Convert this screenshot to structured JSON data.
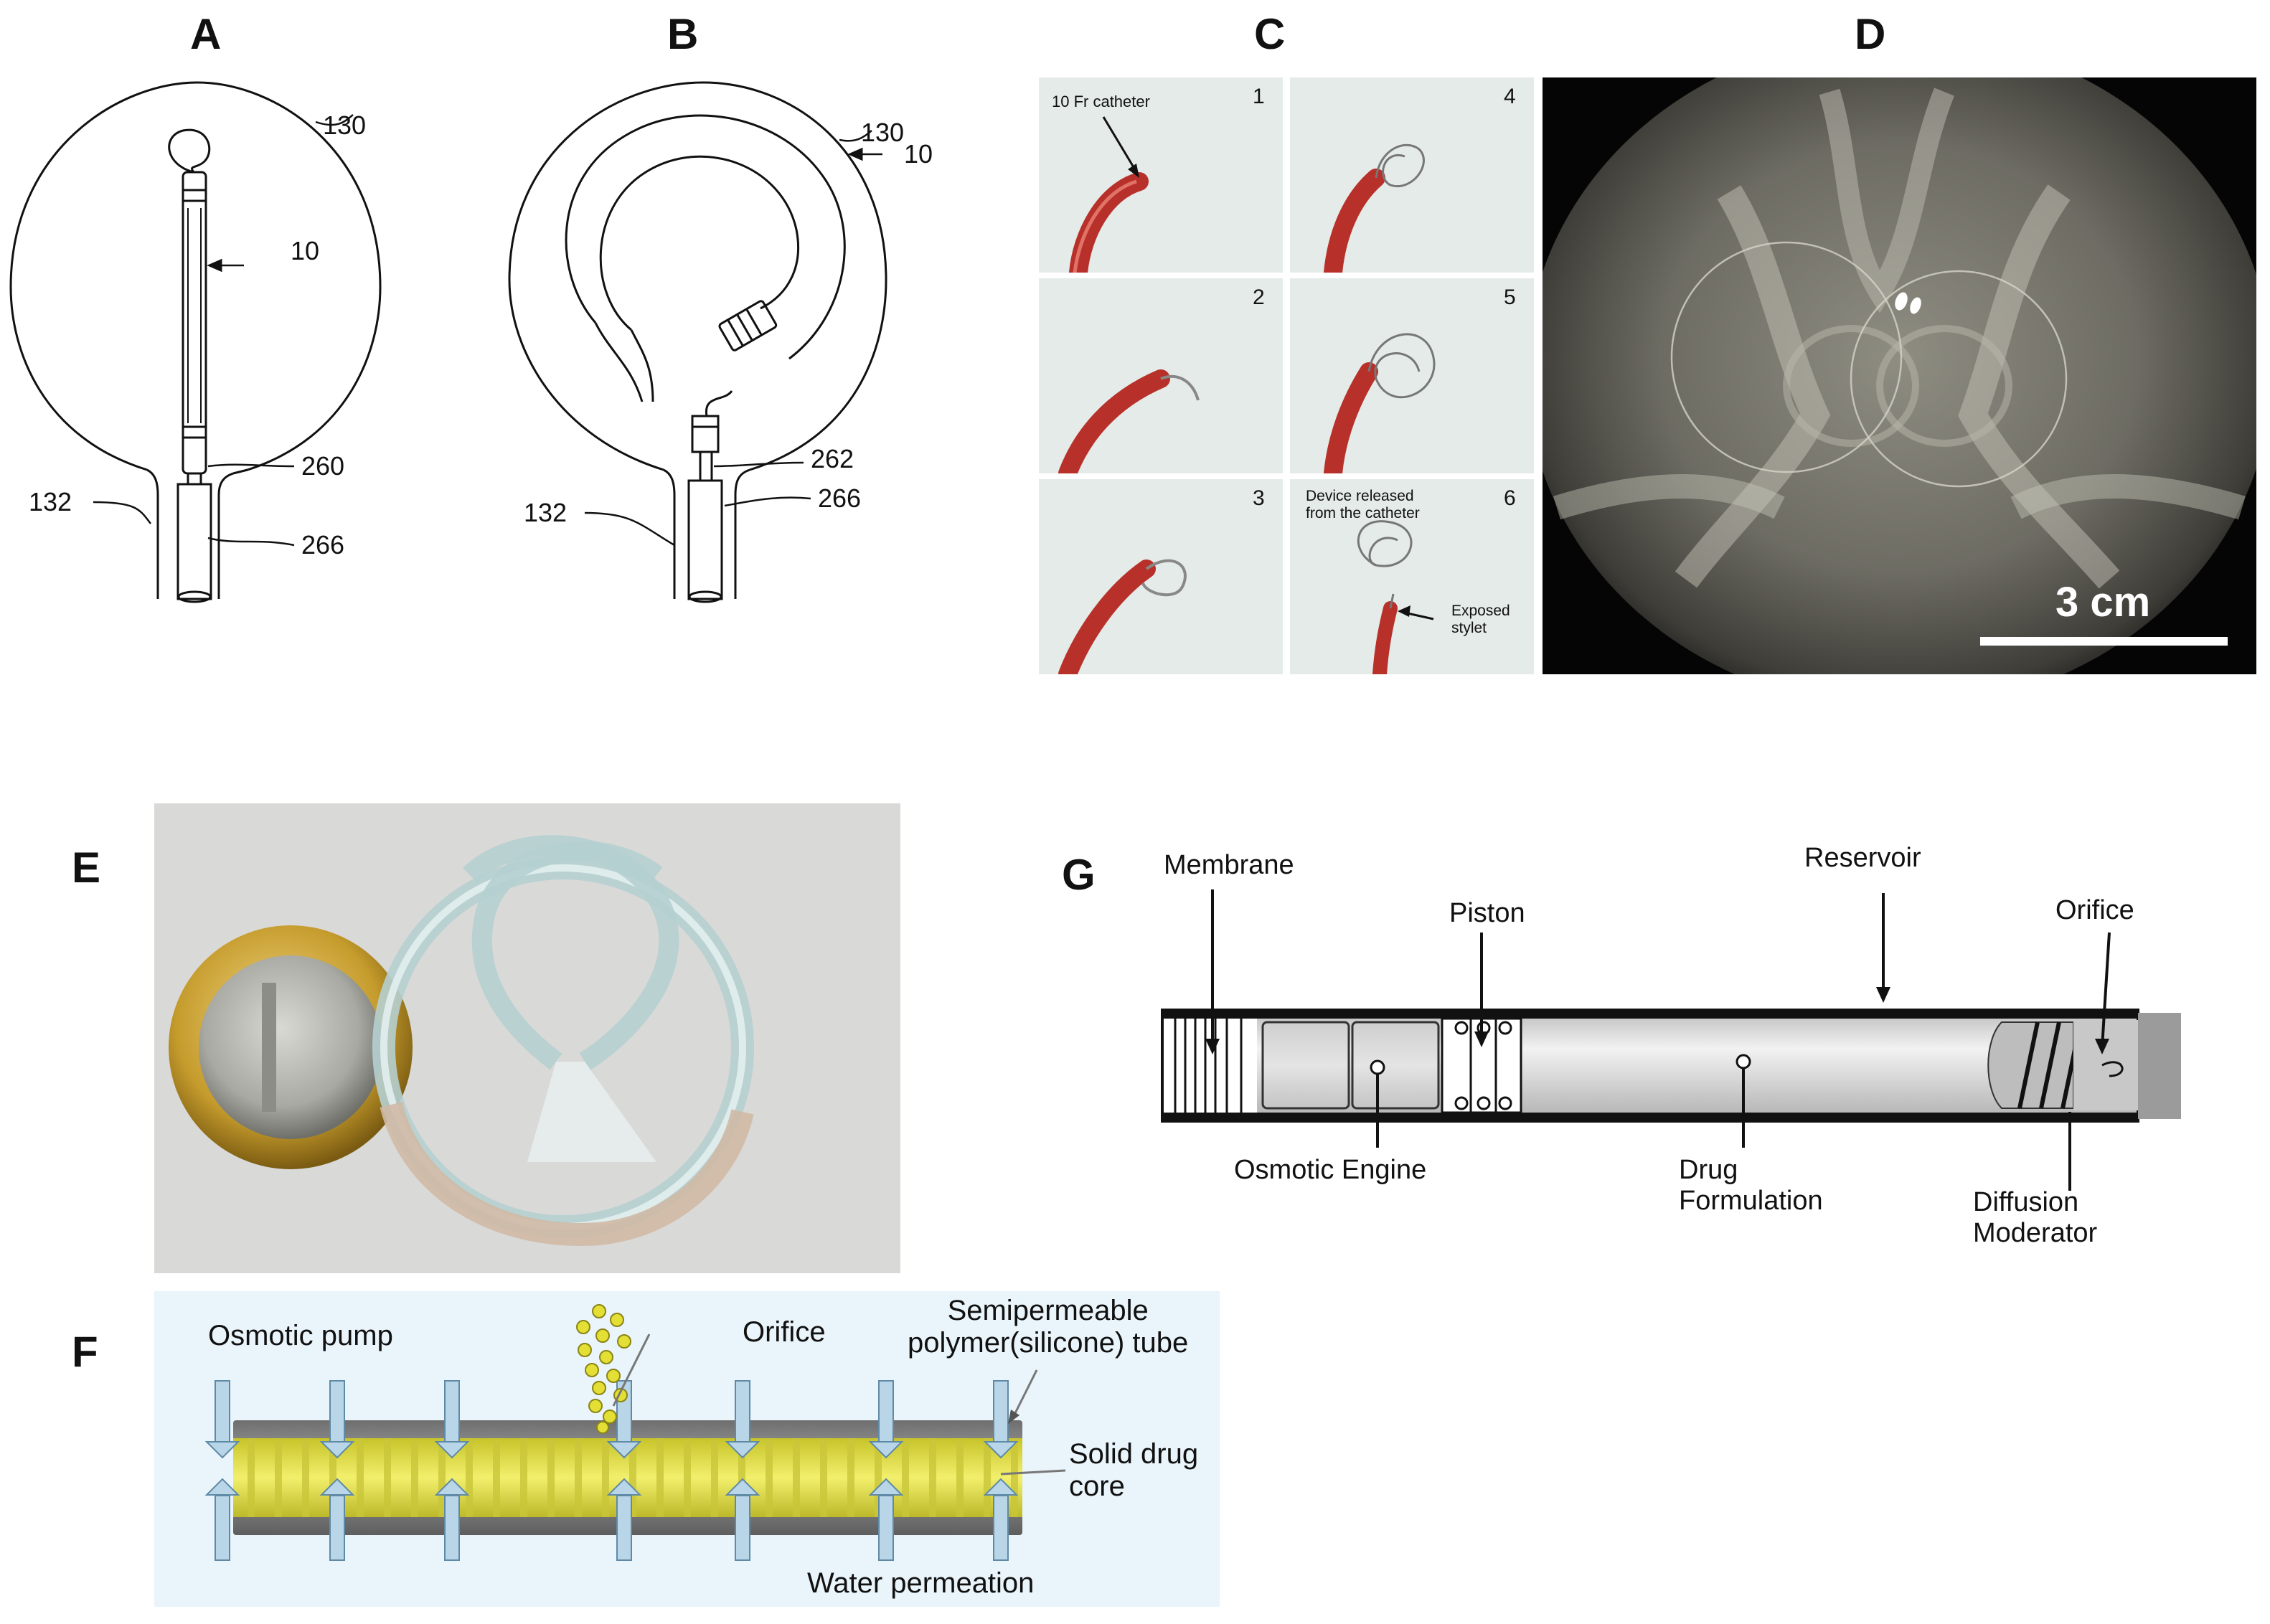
{
  "panels": {
    "A": {
      "letter": "A",
      "refs": {
        "r130": "130",
        "r10": "10",
        "r260": "260",
        "r132": "132",
        "r266": "266"
      }
    },
    "B": {
      "letter": "B",
      "refs": {
        "r130": "130",
        "r10": "10",
        "r262": "262",
        "r266": "266",
        "r132": "132"
      }
    },
    "C": {
      "letter": "C",
      "frames": [
        {
          "number": "1",
          "caption": "10 Fr catheter"
        },
        {
          "number": "2",
          "caption": ""
        },
        {
          "number": "3",
          "caption": ""
        },
        {
          "number": "4",
          "caption": ""
        },
        {
          "number": "5",
          "caption": ""
        },
        {
          "number": "6",
          "caption": "Device released\nfrom the catheter",
          "caption2": "Exposed\nstylet"
        }
      ]
    },
    "D": {
      "letter": "D",
      "scale_bar": "3 cm"
    },
    "E": {
      "letter": "E"
    },
    "F": {
      "letter": "F",
      "labels": {
        "osmotic_pump": "Osmotic pump",
        "orifice": "Orifice",
        "tube": "Semipermeable\npolymer(silicone) tube",
        "core": "Solid drug\ncore",
        "water": "Water permeation"
      }
    },
    "G": {
      "letter": "G",
      "labels": {
        "membrane": "Membrane",
        "piston": "Piston",
        "reservoir": "Reservoir",
        "orifice": "Orifice",
        "osmotic_engine": "Osmotic Engine",
        "drug_formulation": "Drug\nFormulation",
        "diffusion_moderator": "Diffusion\nModerator"
      }
    }
  },
  "colors": {
    "catheter_red": "#b8302a",
    "photo_bg": "#e6ecea",
    "xray_bg": "#3a3a34",
    "drug_yellow": "#e8e64a",
    "tube_gray": "#8c8c8c",
    "arrow_blue": "#b9d6e8",
    "panel_f_bg": "#eaf4fb"
  }
}
